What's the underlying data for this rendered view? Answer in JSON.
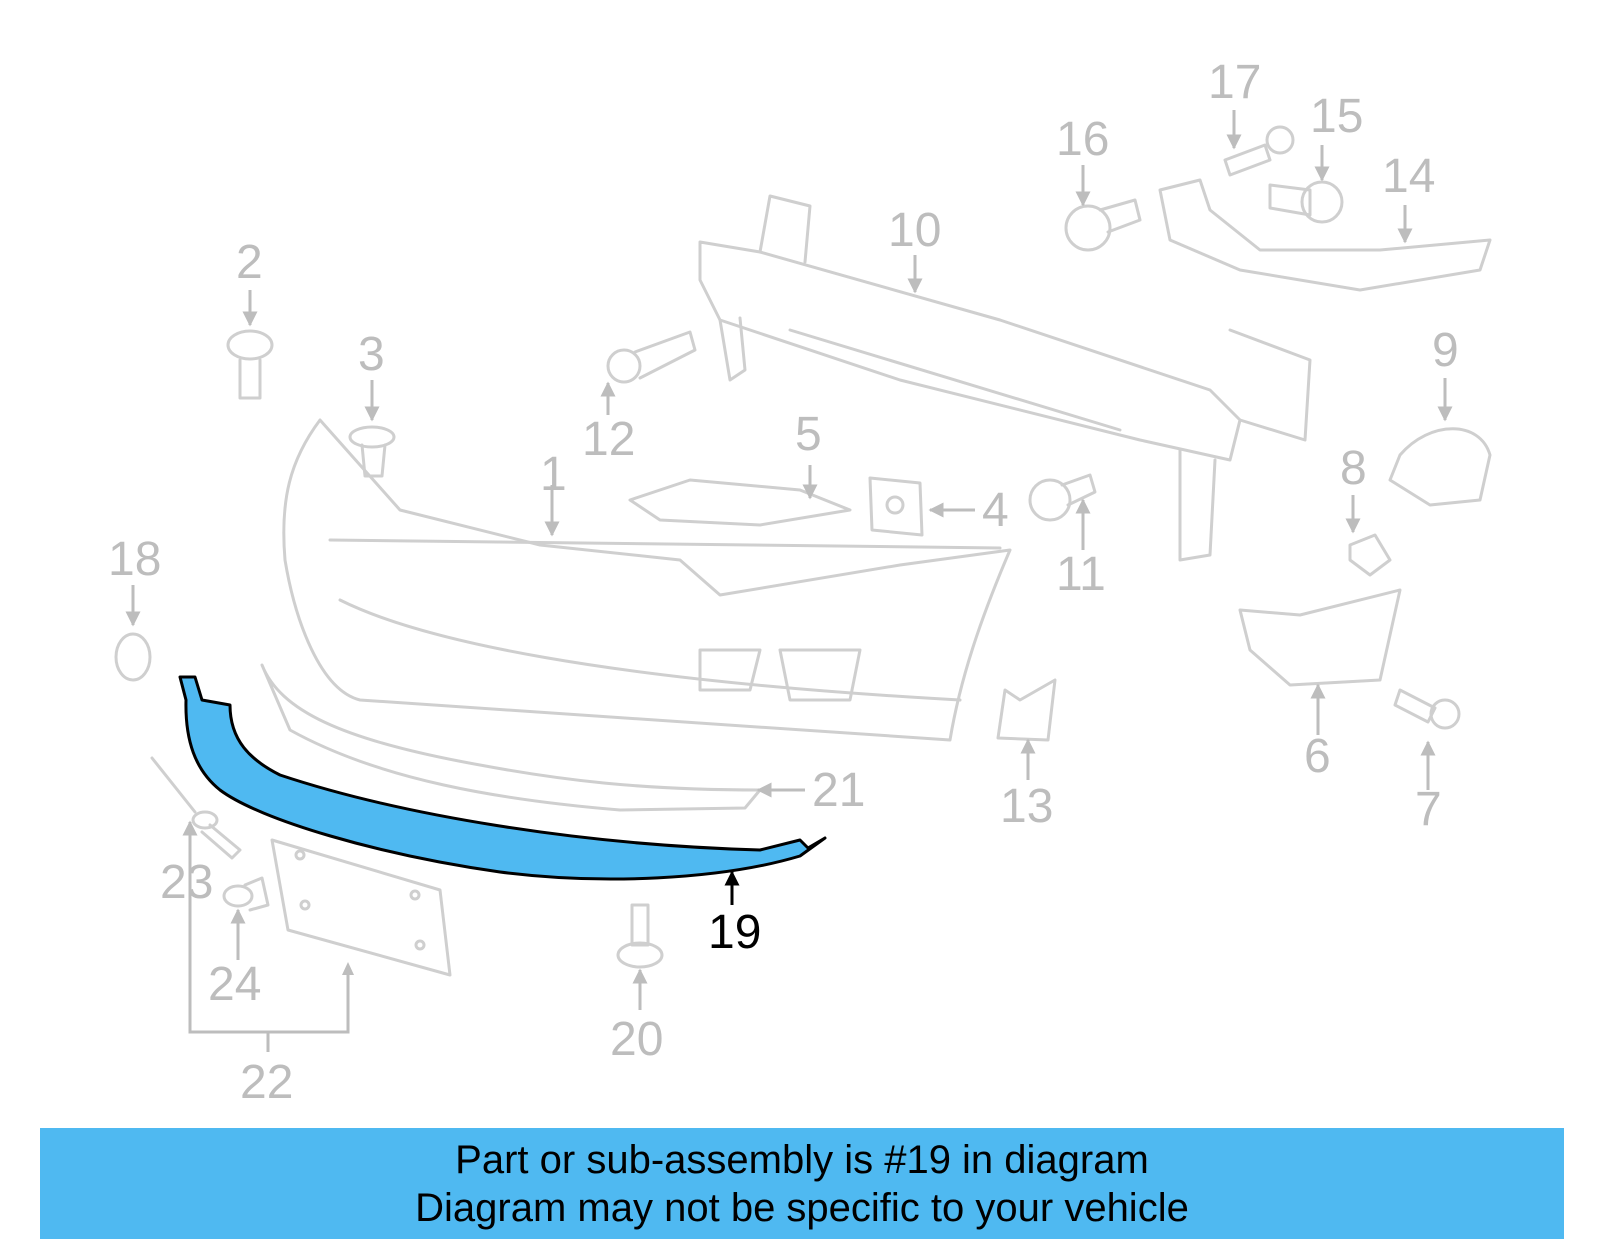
{
  "diagram": {
    "highlighted_part": "19",
    "highlight_color": "#4fb9f1",
    "callouts": [
      "1",
      "2",
      "3",
      "4",
      "5",
      "6",
      "7",
      "8",
      "9",
      "10",
      "11",
      "12",
      "13",
      "14",
      "15",
      "16",
      "17",
      "18",
      "19",
      "20",
      "21",
      "22",
      "23",
      "24"
    ]
  },
  "banner": {
    "background": "#4fb9f1",
    "line1": "Part or sub-assembly is #19 in diagram",
    "line2": "Diagram may not be specific to your vehicle"
  }
}
